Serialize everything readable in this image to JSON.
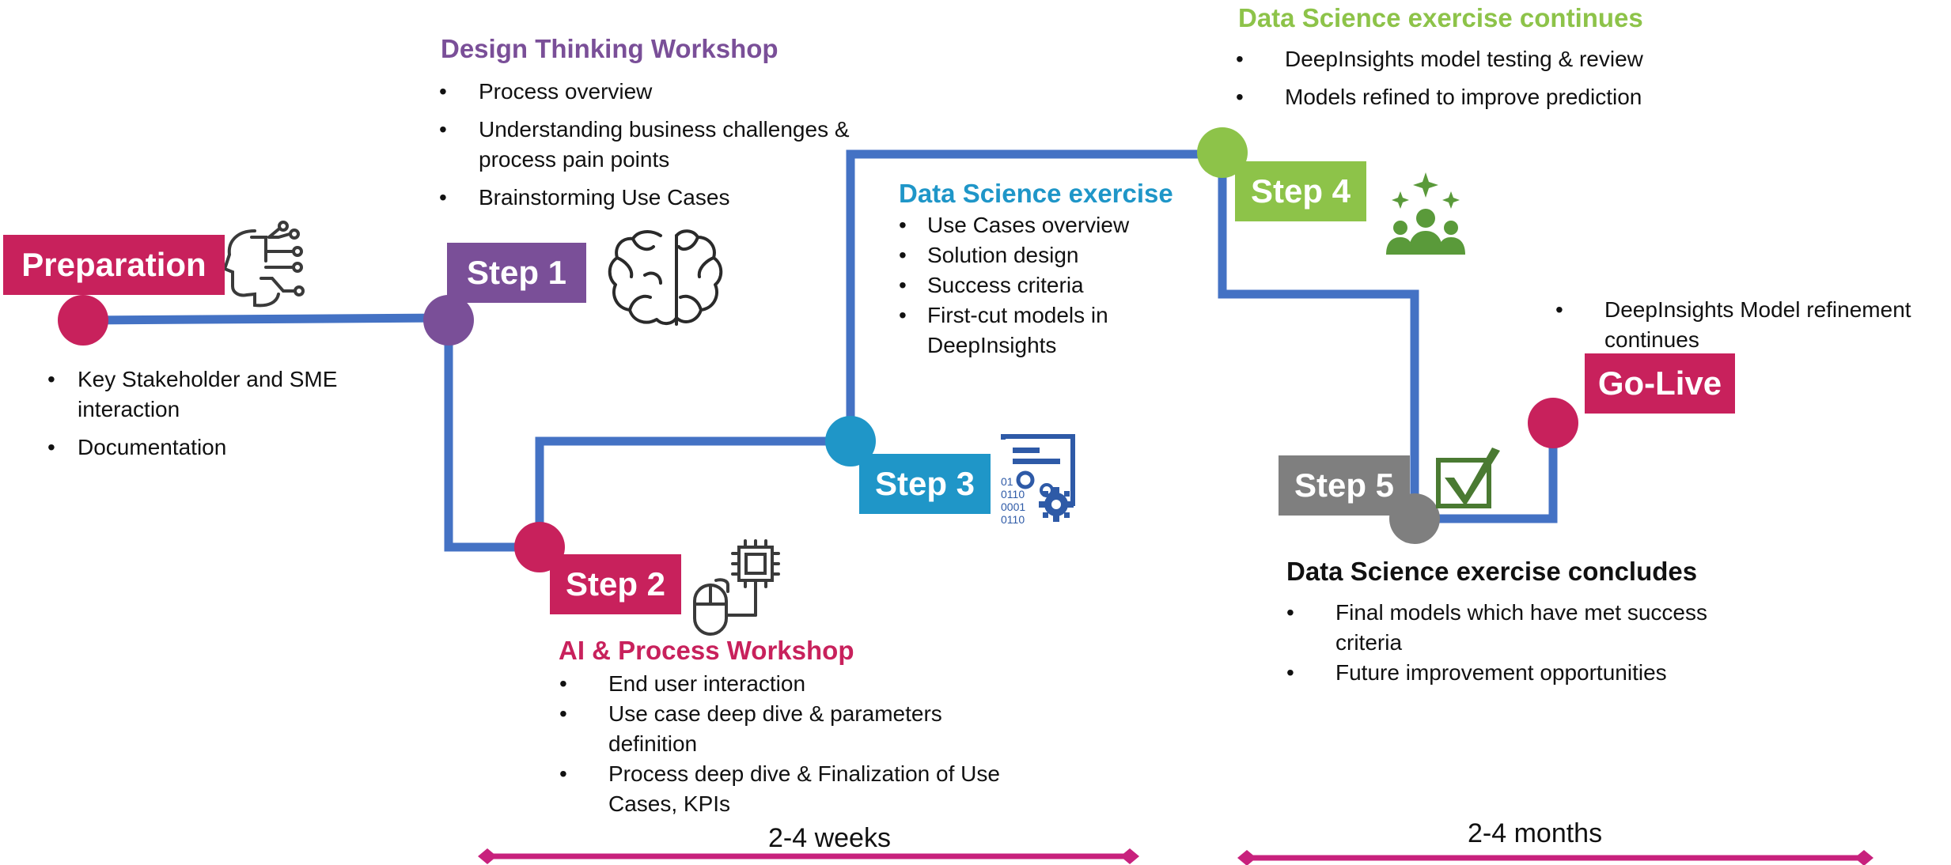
{
  "colors": {
    "line": "#4472c4",
    "magenta": "#c8215c",
    "purple": "#7a4f98",
    "blue": "#1f96c8",
    "green": "#8dc349",
    "gray": "#7f7f7f",
    "pink_arrow": "#c8217d",
    "icon_dark": "#3a3a3a",
    "icon_blue": "#2e5aa7",
    "icon_green": "#5a9a3a"
  },
  "stages": {
    "preparation": {
      "label": "Preparation",
      "bullets": [
        "Key Stakeholder and SME interaction",
        "Documentation"
      ]
    },
    "step1": {
      "label": "Step 1",
      "title": "Design Thinking Workshop",
      "bullets": [
        "Process overview",
        "Understanding business challenges & process pain points",
        "Brainstorming Use Cases"
      ]
    },
    "step2": {
      "label": "Step 2",
      "title": "AI & Process Workshop",
      "bullets": [
        "End user interaction",
        "Use case deep dive & parameters definition",
        "Process deep dive & Finalization of Use Cases, KPIs"
      ]
    },
    "step3": {
      "label": "Step 3",
      "title": "Data Science exercise",
      "bullets": [
        "Use Cases overview",
        "Solution design",
        "Success criteria",
        "First-cut models in DeepInsights"
      ],
      "icon_text": [
        "01",
        "0110",
        "0001",
        "0110"
      ]
    },
    "step4": {
      "label": "Step 4",
      "title": "Data Science exercise continues",
      "bullets": [
        "DeepInsights model testing & review",
        "Models refined to improve prediction"
      ]
    },
    "step5": {
      "label": "Step 5",
      "title": "Data Science exercise concludes",
      "bullets": [
        "Final models which have met success criteria",
        "Future improvement opportunities"
      ]
    },
    "golive": {
      "label": "Go-Live",
      "bullets": [
        "DeepInsights Model refinement continues"
      ]
    }
  },
  "durations": {
    "weeks": "2-4 weeks",
    "months": "2-4 months"
  },
  "icons": {
    "preparation": "ai-circuit-head-icon",
    "step1": "brain-icon",
    "step2": "chip-mouse-icon",
    "step3": "binary-gears-document-icon",
    "step4": "team-sparkle-icon",
    "step5": "checkbox-checkmark-icon"
  }
}
